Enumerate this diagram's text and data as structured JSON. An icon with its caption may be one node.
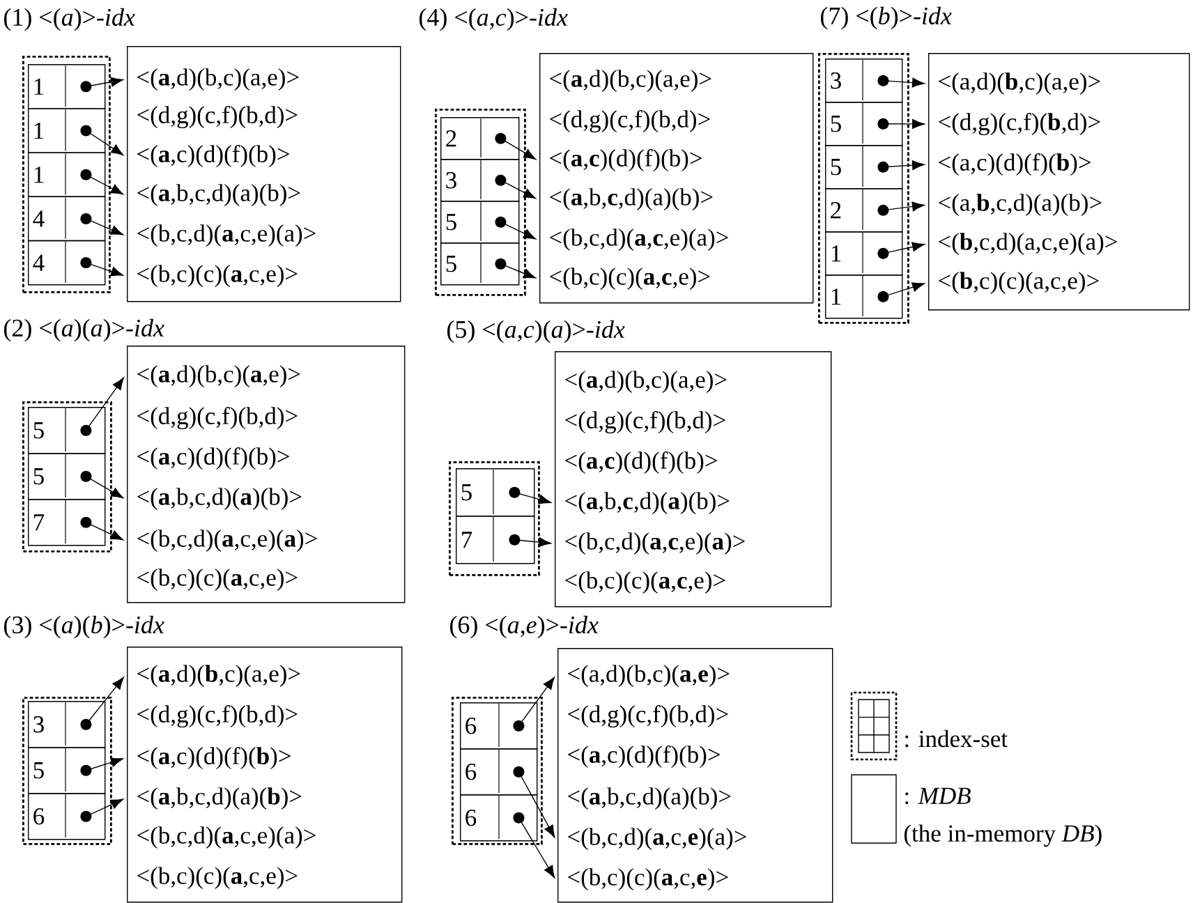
{
  "diagram": {
    "nodes": [
      {
        "text": [],
        "shape": "box"
      },
      {
        "text": [
          "1"
        ],
        "in": 0
      },
      {
        "text": [
          "1"
        ],
        "in": 0
      },
      {
        "text": [
          "1"
        ],
        "in": 0
      },
      {
        "text": [
          "4"
        ],
        "in": 0
      },
      {
        "text": [
          "4"
        ],
        "in": 0
      },
      {
        "text": [],
        "shape": "box"
      },
      {
        "text": [
          "<(**a**,d)(b,c)(a,e)>"
        ],
        "in": 6
      },
      {
        "text": [
          "<(d,g)(c,f)(b,d)>"
        ],
        "in": 6
      },
      {
        "text": [
          "<(**a**,c)(d)(f)(b)>"
        ],
        "in": 6
      },
      {
        "text": [
          "<(**a**,b,c,d)(a)(b)>"
        ],
        "in": 6
      },
      {
        "text": [
          "<(b,c,d)(**a**,c,e)(a)>"
        ],
        "in": 6
      },
      {
        "text": [
          "<(b,c)(c)(**a**,c,e)>"
        ],
        "in": 6
      },
      {
        "text": [],
        "shape": "box"
      },
      {
        "text": [
          "5"
        ],
        "in": 13
      },
      {
        "text": [
          "5"
        ],
        "in": 13
      },
      {
        "text": [
          "7"
        ],
        "in": 13
      },
      {
        "text": [],
        "shape": "box"
      },
      {
        "text": [
          "<(**a**,d)(b,c)(**a**,e)>"
        ],
        "in": 17
      },
      {
        "text": [
          "<(d,g)(c,f)(b,d)>"
        ],
        "in": 17
      },
      {
        "text": [
          "<(**a**,c)(d)(f)(b)>"
        ],
        "in": 17
      },
      {
        "text": [
          "<(**a**,b,c,d)(**a**)(b)>"
        ],
        "in": 17
      },
      {
        "text": [
          "<(b,c,d)(**a**,c,e)(**a**)>"
        ],
        "in": 17
      },
      {
        "text": [
          "<(b,c)(c)(**a**,c,e)>"
        ],
        "in": 17
      },
      {
        "text": [],
        "shape": "box"
      },
      {
        "text": [
          "3"
        ],
        "in": 24
      },
      {
        "text": [
          "5"
        ],
        "in": 24
      },
      {
        "text": [
          "6"
        ],
        "in": 24
      },
      {
        "text": [],
        "shape": "box"
      },
      {
        "text": [
          "<(**a**,d)(**b**,c)(a,e)>"
        ],
        "in": 28
      },
      {
        "text": [
          "<(d,g)(c,f)(b,d)>"
        ],
        "in": 28
      },
      {
        "text": [
          "<(**a**,c)(d)(f)(**b**)>"
        ],
        "in": 28
      },
      {
        "text": [
          "<(**a**,b,c,d)(a)(**b**)>"
        ],
        "in": 28
      },
      {
        "text": [
          "<(b,c,d)(**a**,c,e)(a)>"
        ],
        "in": 28
      },
      {
        "text": [
          "<(b,c)(c)(**a**,c,e)>"
        ],
        "in": 28
      },
      {
        "text": [],
        "shape": "box"
      },
      {
        "text": [
          "2"
        ],
        "in": 35
      },
      {
        "text": [
          "3"
        ],
        "in": 35
      },
      {
        "text": [
          "5"
        ],
        "in": 35
      },
      {
        "text": [
          "5"
        ],
        "in": 35
      },
      {
        "text": [],
        "shape": "box"
      },
      {
        "text": [
          "<(**a**,d)(b,c)(a,e)>"
        ],
        "in": 40
      },
      {
        "text": [
          "<(d,g)(c,f)(b,d)>"
        ],
        "in": 40
      },
      {
        "text": [
          "<(**a**,**c**)(d)(f)(b)>"
        ],
        "in": 40
      },
      {
        "text": [
          "<(**a**,b,**c**,d)(a)(b)>"
        ],
        "in": 40
      },
      {
        "text": [
          "<(b,c,d)(**a**,**c**,e)(a)>"
        ],
        "in": 40
      },
      {
        "text": [
          "<(b,c)(c)(**a**,**c**,e)>"
        ],
        "in": 40
      },
      {
        "text": [],
        "shape": "box"
      },
      {
        "text": [
          "5"
        ],
        "in": 47
      },
      {
        "text": [
          "7"
        ],
        "in": 47
      },
      {
        "text": [],
        "shape": "box"
      },
      {
        "text": [
          "<(**a**,d)(b,c)(a,e)>"
        ],
        "in": 50
      },
      {
        "text": [
          "<(d,g)(c,f)(b,d)>"
        ],
        "in": 50
      },
      {
        "text": [
          "<(**a**,**c**)(d)(f)(b)>"
        ],
        "in": 50
      },
      {
        "text": [
          "<(**a**,b,**c**,d)(**a**)(b)>"
        ],
        "in": 50
      },
      {
        "text": [
          "<(b,c,d)(**a**,**c**,e)(**a**)>"
        ],
        "in": 50
      },
      {
        "text": [
          "<(b,c)(c)(**a**,**c**,e)>"
        ],
        "in": 50
      },
      {
        "text": [],
        "shape": "box"
      },
      {
        "text": [
          "6"
        ],
        "in": 57
      },
      {
        "text": [
          "6"
        ],
        "in": 57
      },
      {
        "text": [
          "6"
        ],
        "in": 57
      },
      {
        "text": [],
        "shape": "box"
      },
      {
        "text": [
          "<(a,d)(b,c)(**a**,**e**)>"
        ],
        "in": 61
      },
      {
        "text": [
          "<(d,g)(c,f)(b,d)>"
        ],
        "in": 61
      },
      {
        "text": [
          "<(**a**,c)(d)(f)(b)>"
        ],
        "in": 61
      },
      {
        "text": [
          "<(**a**,b,c,d)(a)(b)>"
        ],
        "in": 61
      },
      {
        "text": [
          "<(b,c,d)(**a**,c,**e**)(a)>"
        ],
        "in": 61
      },
      {
        "text": [
          "<(b,c)(c)(**a**,c,**e**)>"
        ],
        "in": 61
      },
      {
        "text": [],
        "shape": "box"
      },
      {
        "text": [
          "3"
        ],
        "in": 68
      },
      {
        "text": [
          "5"
        ],
        "in": 68
      },
      {
        "text": [
          "5"
        ],
        "in": 68
      },
      {
        "text": [
          "2"
        ],
        "in": 68
      },
      {
        "text": [
          "1"
        ],
        "in": 68
      },
      {
        "text": [
          "1"
        ],
        "in": 68
      },
      {
        "text": [],
        "shape": "box"
      },
      {
        "text": [
          "<(a,d)(**b**,c)(a,e)>"
        ],
        "in": 75
      },
      {
        "text": [
          "<(d,g)(c,f)(**b**,d)>"
        ],
        "in": 75
      },
      {
        "text": [
          "<(a,c)(d)(f)(**b**)>"
        ],
        "in": 75
      },
      {
        "text": [
          "<(a,**b**,c,d)(a)(b)>"
        ],
        "in": 75
      },
      {
        "text": [
          "<(**b**,c,d)(a,c,e)(a)>"
        ],
        "in": 75
      },
      {
        "text": [
          "<(**b**,c)(c)(a,c,e)>"
        ],
        "in": 75
      }
    ],
    "edges": [
      {
        "from": 1,
        "to": 7,
        "arrow": "to"
      },
      {
        "from": 2,
        "to": 9,
        "arrow": "to"
      },
      {
        "from": 3,
        "to": 10,
        "arrow": "to"
      },
      {
        "from": 4,
        "to": 11,
        "arrow": "to"
      },
      {
        "from": 5,
        "to": 12,
        "arrow": "to"
      },
      {
        "from": 14,
        "to": 18,
        "arrow": "to"
      },
      {
        "from": 15,
        "to": 21,
        "arrow": "to"
      },
      {
        "from": 16,
        "to": 22,
        "arrow": "to"
      },
      {
        "from": 25,
        "to": 29,
        "arrow": "to"
      },
      {
        "from": 26,
        "to": 31,
        "arrow": "to"
      },
      {
        "from": 27,
        "to": 32,
        "arrow": "to"
      },
      {
        "from": 36,
        "to": 43,
        "arrow": "to"
      },
      {
        "from": 37,
        "to": 44,
        "arrow": "to"
      },
      {
        "from": 38,
        "to": 45,
        "arrow": "to"
      },
      {
        "from": 39,
        "to": 46,
        "arrow": "to"
      },
      {
        "from": 48,
        "to": 54,
        "arrow": "to"
      },
      {
        "from": 49,
        "to": 55,
        "arrow": "to"
      },
      {
        "from": 58,
        "to": 62,
        "arrow": "to"
      },
      {
        "from": 59,
        "to": 66,
        "arrow": "to"
      },
      {
        "from": 60,
        "to": 67,
        "arrow": "to"
      },
      {
        "from": 69,
        "to": 76,
        "arrow": "to"
      },
      {
        "from": 70,
        "to": 77,
        "arrow": "to"
      },
      {
        "from": 71,
        "to": 78,
        "arrow": "to"
      },
      {
        "from": 72,
        "to": 79,
        "arrow": "to"
      },
      {
        "from": 73,
        "to": 80,
        "arrow": "to"
      },
      {
        "from": 74,
        "to": 81,
        "arrow": "to"
      }
    ],
    "labels": [
      "(1) <(*a*)>*-idx*",
      "(2) <(*a*)(*a*)>*-idx*",
      "(3) <(*a*)(*b*)>*-idx*",
      "(4) <(*a*,*c*)>*-idx*",
      "(5) <(*a*,*c*)(*a*)>*-idx*",
      "(6) <(*a*,*e*)>*-idx*",
      "(7) <(*b*)>*-idx*"
    ],
    "legend": [
      {
        "text": ": index-set"
      },
      {
        "text": ": *MDB* (the in-memory *DB*)"
      }
    ]
  }
}
